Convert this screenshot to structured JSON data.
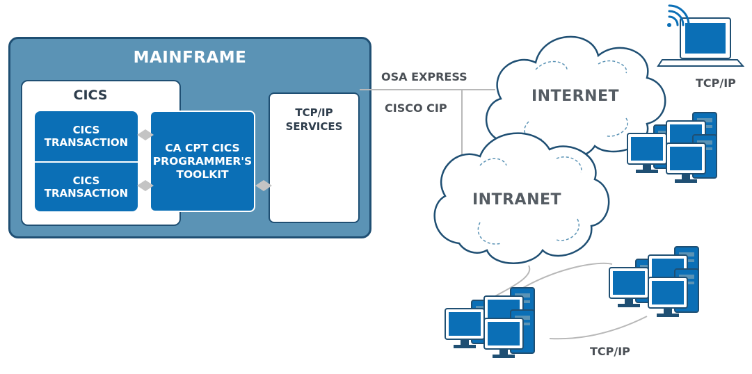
{
  "mainframe": {
    "title": "MAINFRAME",
    "cics": {
      "title": "CICS",
      "transactions": [
        "CICS\nTRANSACTION",
        "CICS\nTRANSACTION"
      ]
    },
    "toolkit_label": "CA CPT CICS\nPROGRAMMER'S\nTOOLKIT",
    "tcp_services_label": "TCP/IP\nSERVICES"
  },
  "connections": {
    "osa_express": "OSA EXPRESS",
    "cisco_cip": "CISCO CIP"
  },
  "clouds": {
    "internet": "INTERNET",
    "intranet": "INTRANET"
  },
  "protocols": {
    "laptop_protocol": "TCP/IP",
    "lan_protocol": "TCP/IP"
  },
  "colors": {
    "mainframe_fill": "#5b93b5",
    "mainframe_border": "#1f4f73",
    "transaction_fill": "#0b6fb6",
    "device_blue": "#0b6fb6",
    "connector_grey": "#b8b8b8"
  }
}
